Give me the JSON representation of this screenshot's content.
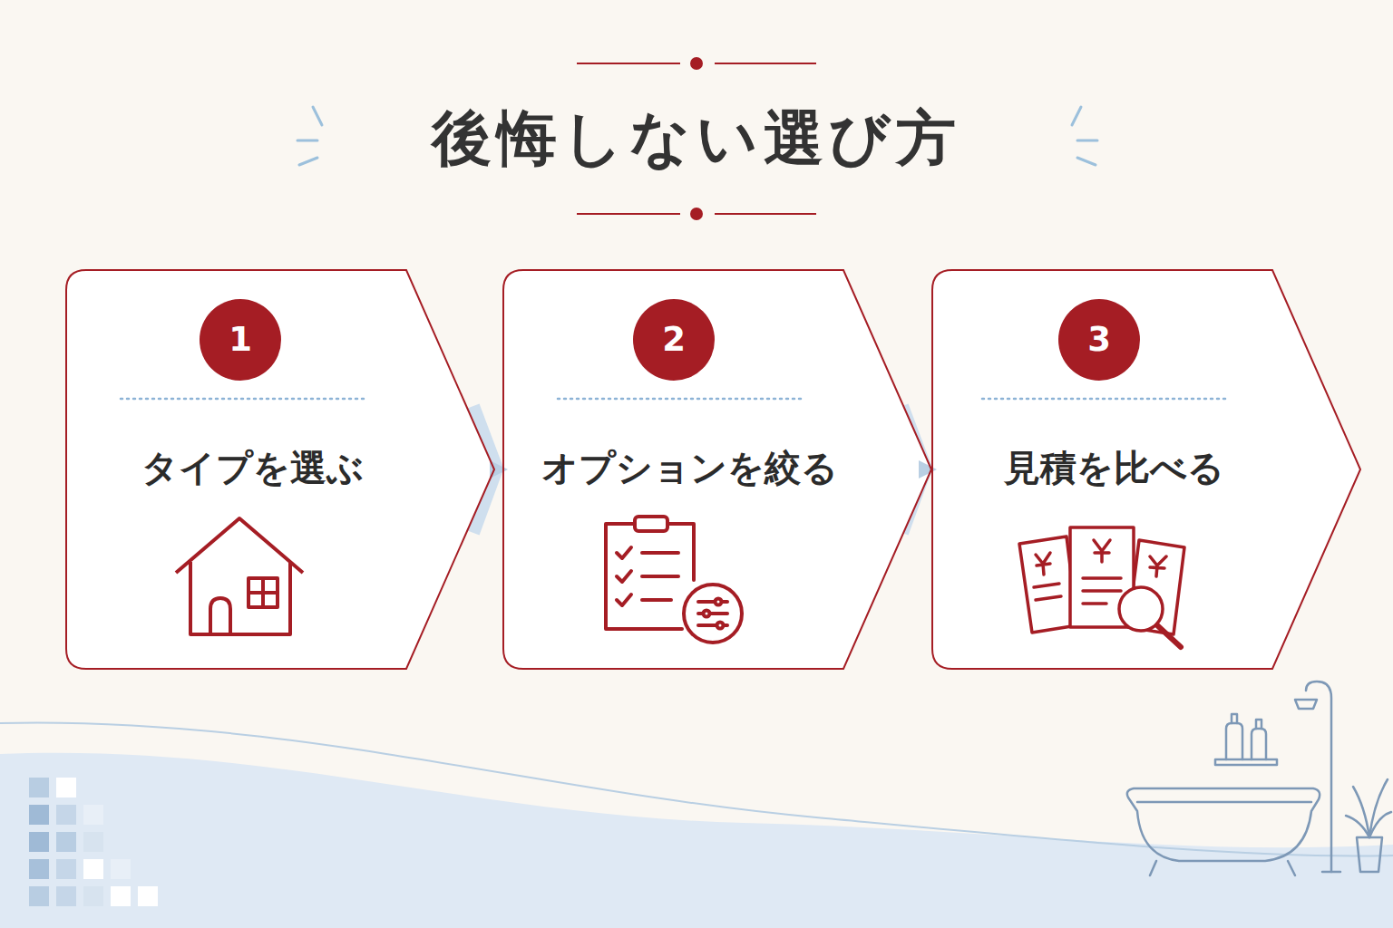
{
  "diagram": {
    "title": "後悔しない選び方",
    "nodes": [
      {
        "text": [
          "タイプを選ぶ"
        ]
      },
      {
        "text": [
          "1"
        ],
        "in": 0
      },
      {
        "text": [
          "オプションを絞る"
        ]
      },
      {
        "text": [
          "2"
        ],
        "in": 2
      },
      {
        "text": [
          "見積を比べる"
        ]
      },
      {
        "text": [
          "3"
        ],
        "in": 4
      }
    ],
    "edges": [
      {
        "from": 0,
        "to": 2,
        "arrow": "to"
      },
      {
        "from": 2,
        "to": 4,
        "arrow": "to"
      }
    ]
  }
}
